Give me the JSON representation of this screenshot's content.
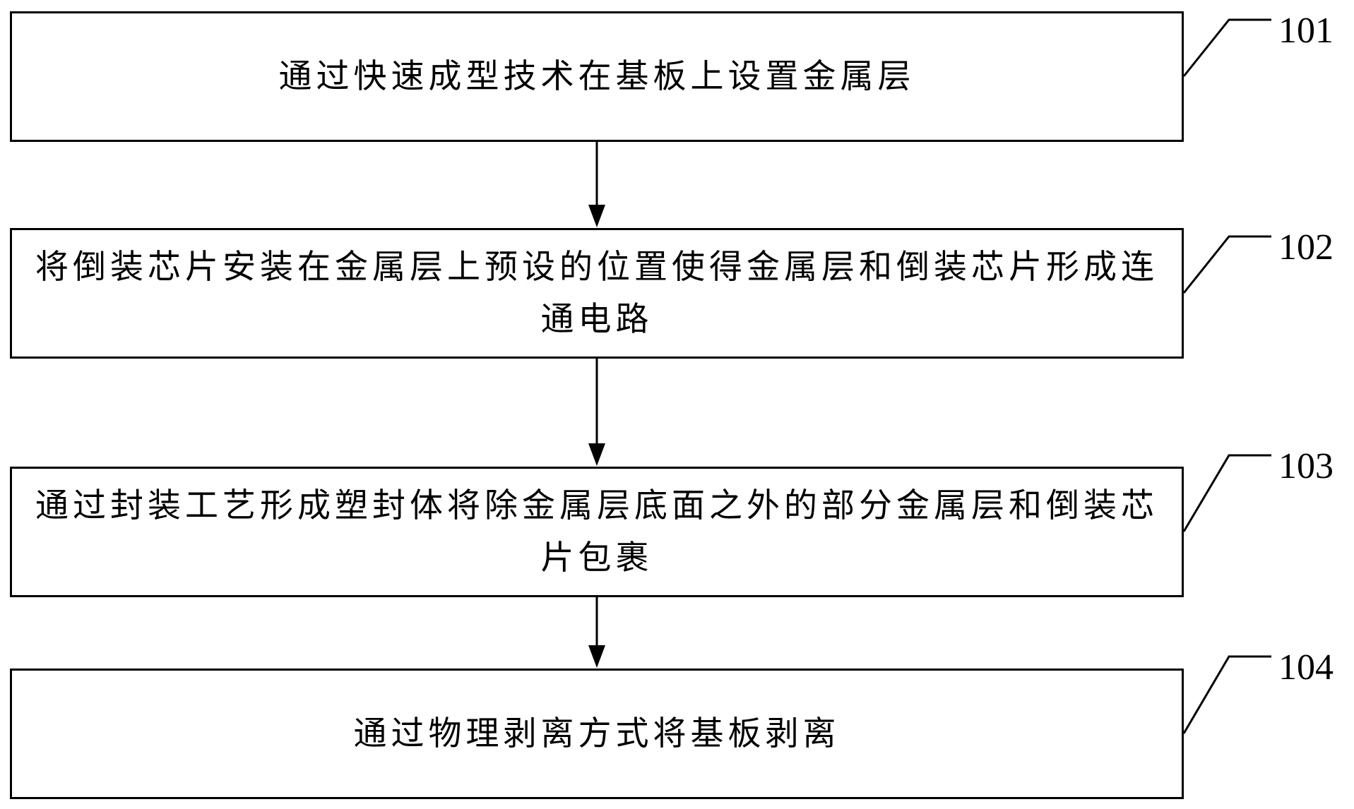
{
  "steps": [
    {
      "id": "101",
      "text": "通过快速成型技术在基板上设置金属层"
    },
    {
      "id": "102",
      "text": "将倒装芯片安装在金属层上预设的位置使得金属层和倒装芯片形成连通电路"
    },
    {
      "id": "103",
      "text": "通过封装工艺形成塑封体将除金属层底面之外的部分金属层和倒装芯片包裹"
    },
    {
      "id": "104",
      "text": "通过物理剥离方式将基板剥离"
    }
  ],
  "colors": {
    "line": "#000000",
    "background": "#ffffff"
  }
}
